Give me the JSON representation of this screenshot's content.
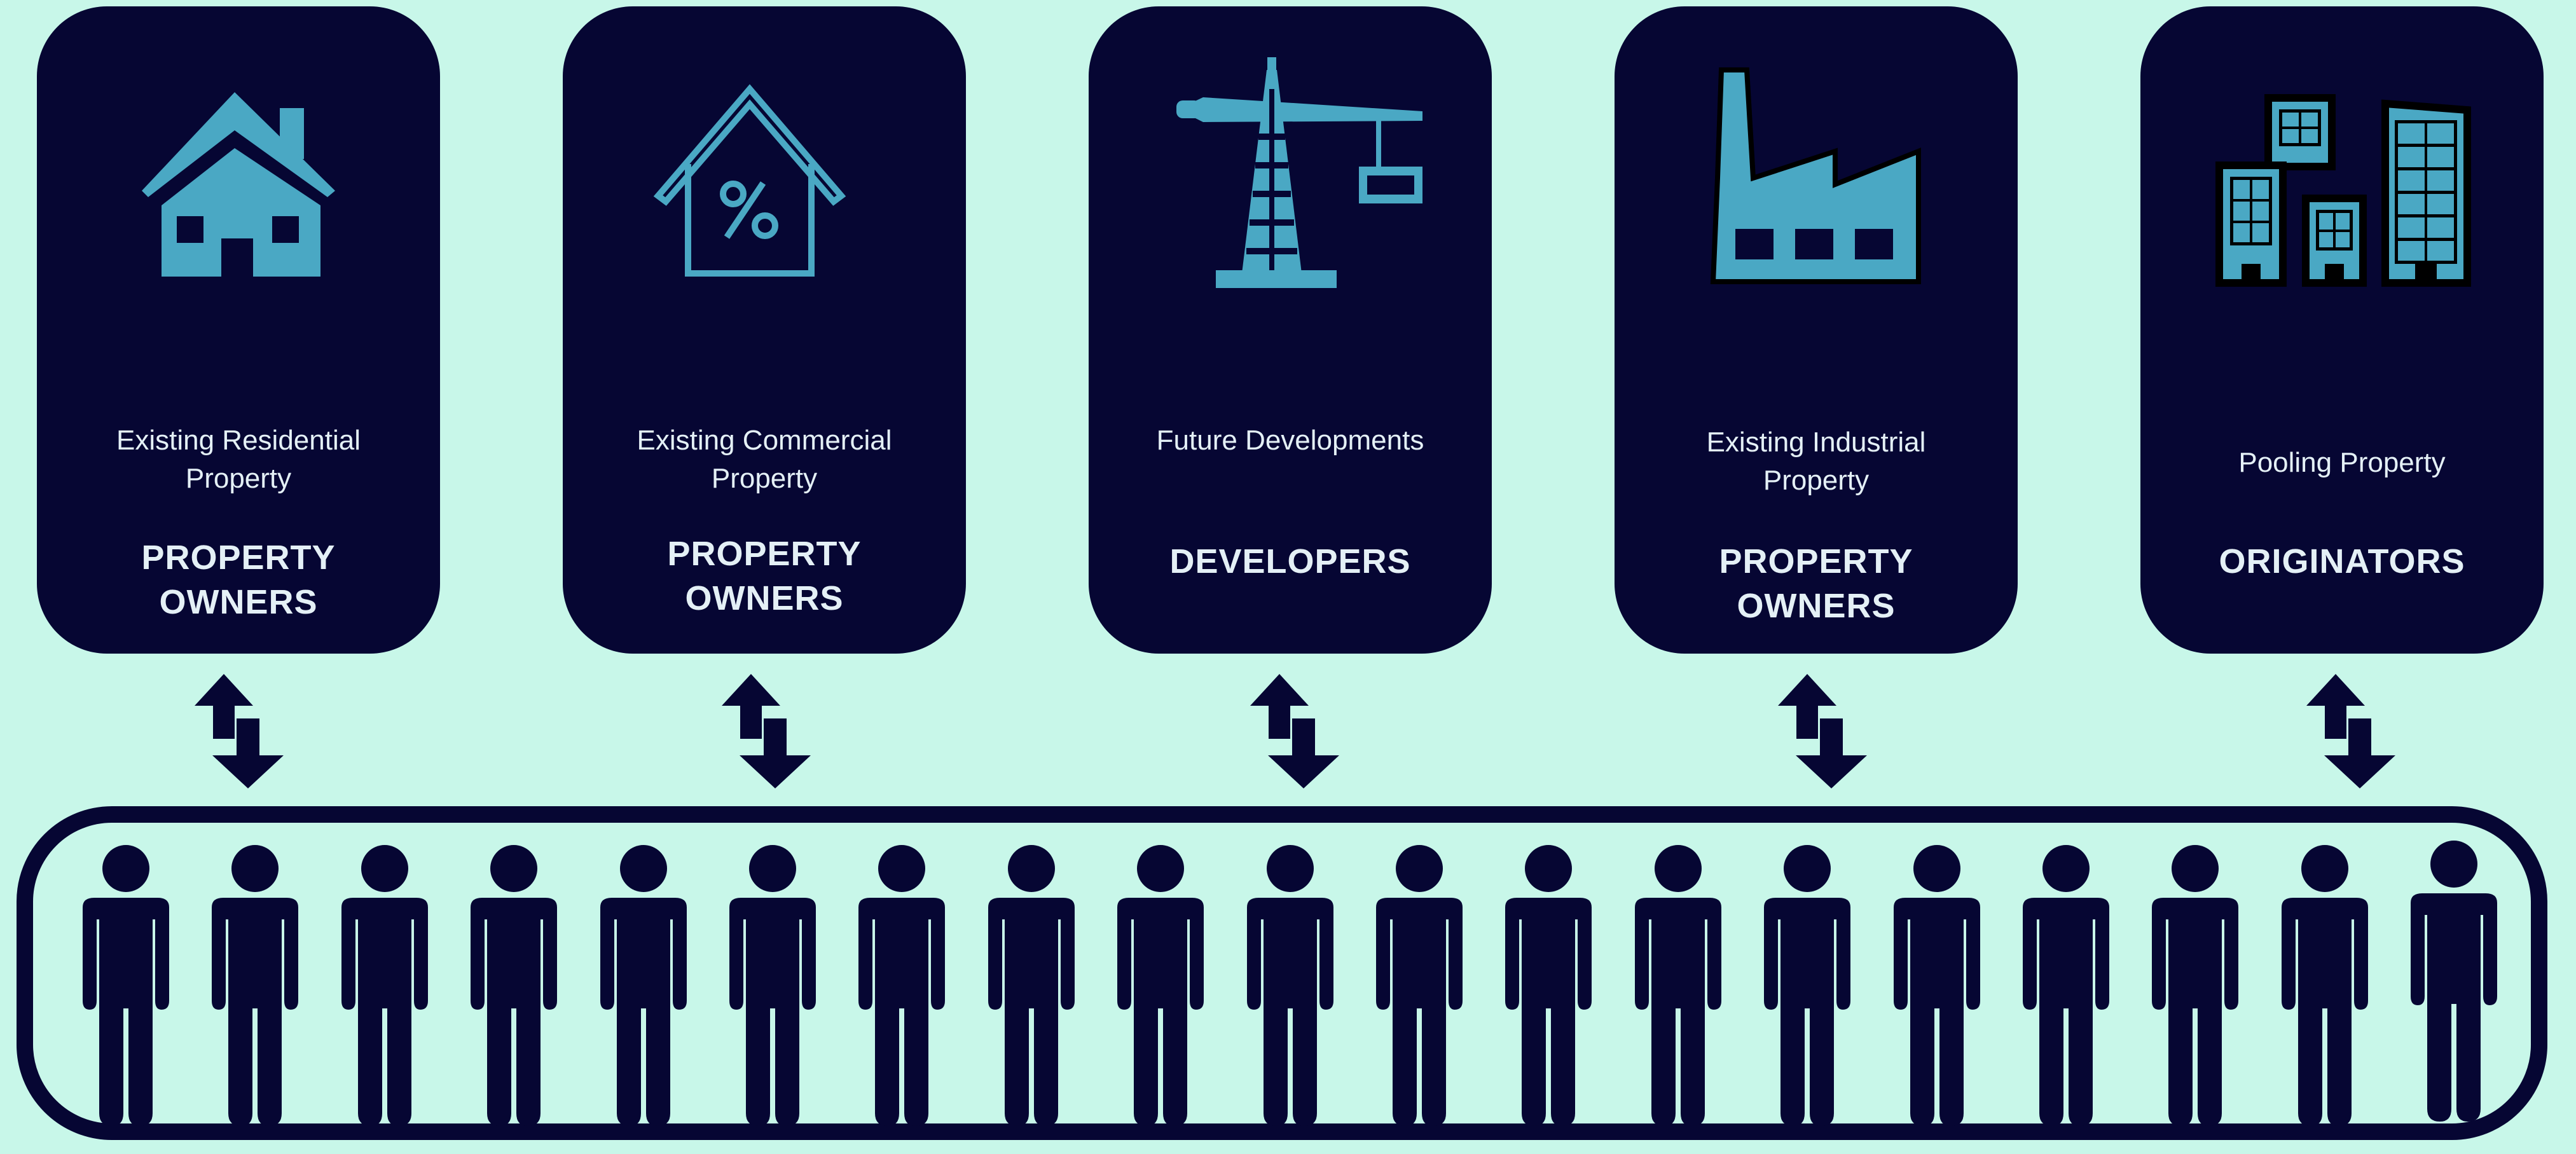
{
  "colors": {
    "background": "#c8f7e9",
    "card": "#060633",
    "icon": "#4aa8c4",
    "text": "#e4f0f6"
  },
  "cards": [
    {
      "icon": "house-icon",
      "subtitle_lines": [
        "Existing Residential",
        "Property"
      ],
      "title_lines": [
        "PROPERTY",
        "OWNERS"
      ]
    },
    {
      "icon": "house-percent-icon",
      "subtitle_lines": [
        "Existing Commercial",
        "Property"
      ],
      "title_lines": [
        "PROPERTY",
        "OWNERS"
      ]
    },
    {
      "icon": "crane-icon",
      "subtitle_lines": [
        "Future Developments"
      ],
      "title_lines": [
        "DEVELOPERS"
      ]
    },
    {
      "icon": "factory-icon",
      "subtitle_lines": [
        "Existing Industrial",
        "Property"
      ],
      "title_lines": [
        "PROPERTY",
        "OWNERS"
      ]
    },
    {
      "icon": "buildings-icon",
      "subtitle_lines": [
        "Pooling Property"
      ],
      "title_lines": [
        "ORIGINATORS"
      ]
    }
  ],
  "connector_icon": "up-down-arrows-icon",
  "crowd": {
    "icon": "person-icon",
    "count": 19
  }
}
